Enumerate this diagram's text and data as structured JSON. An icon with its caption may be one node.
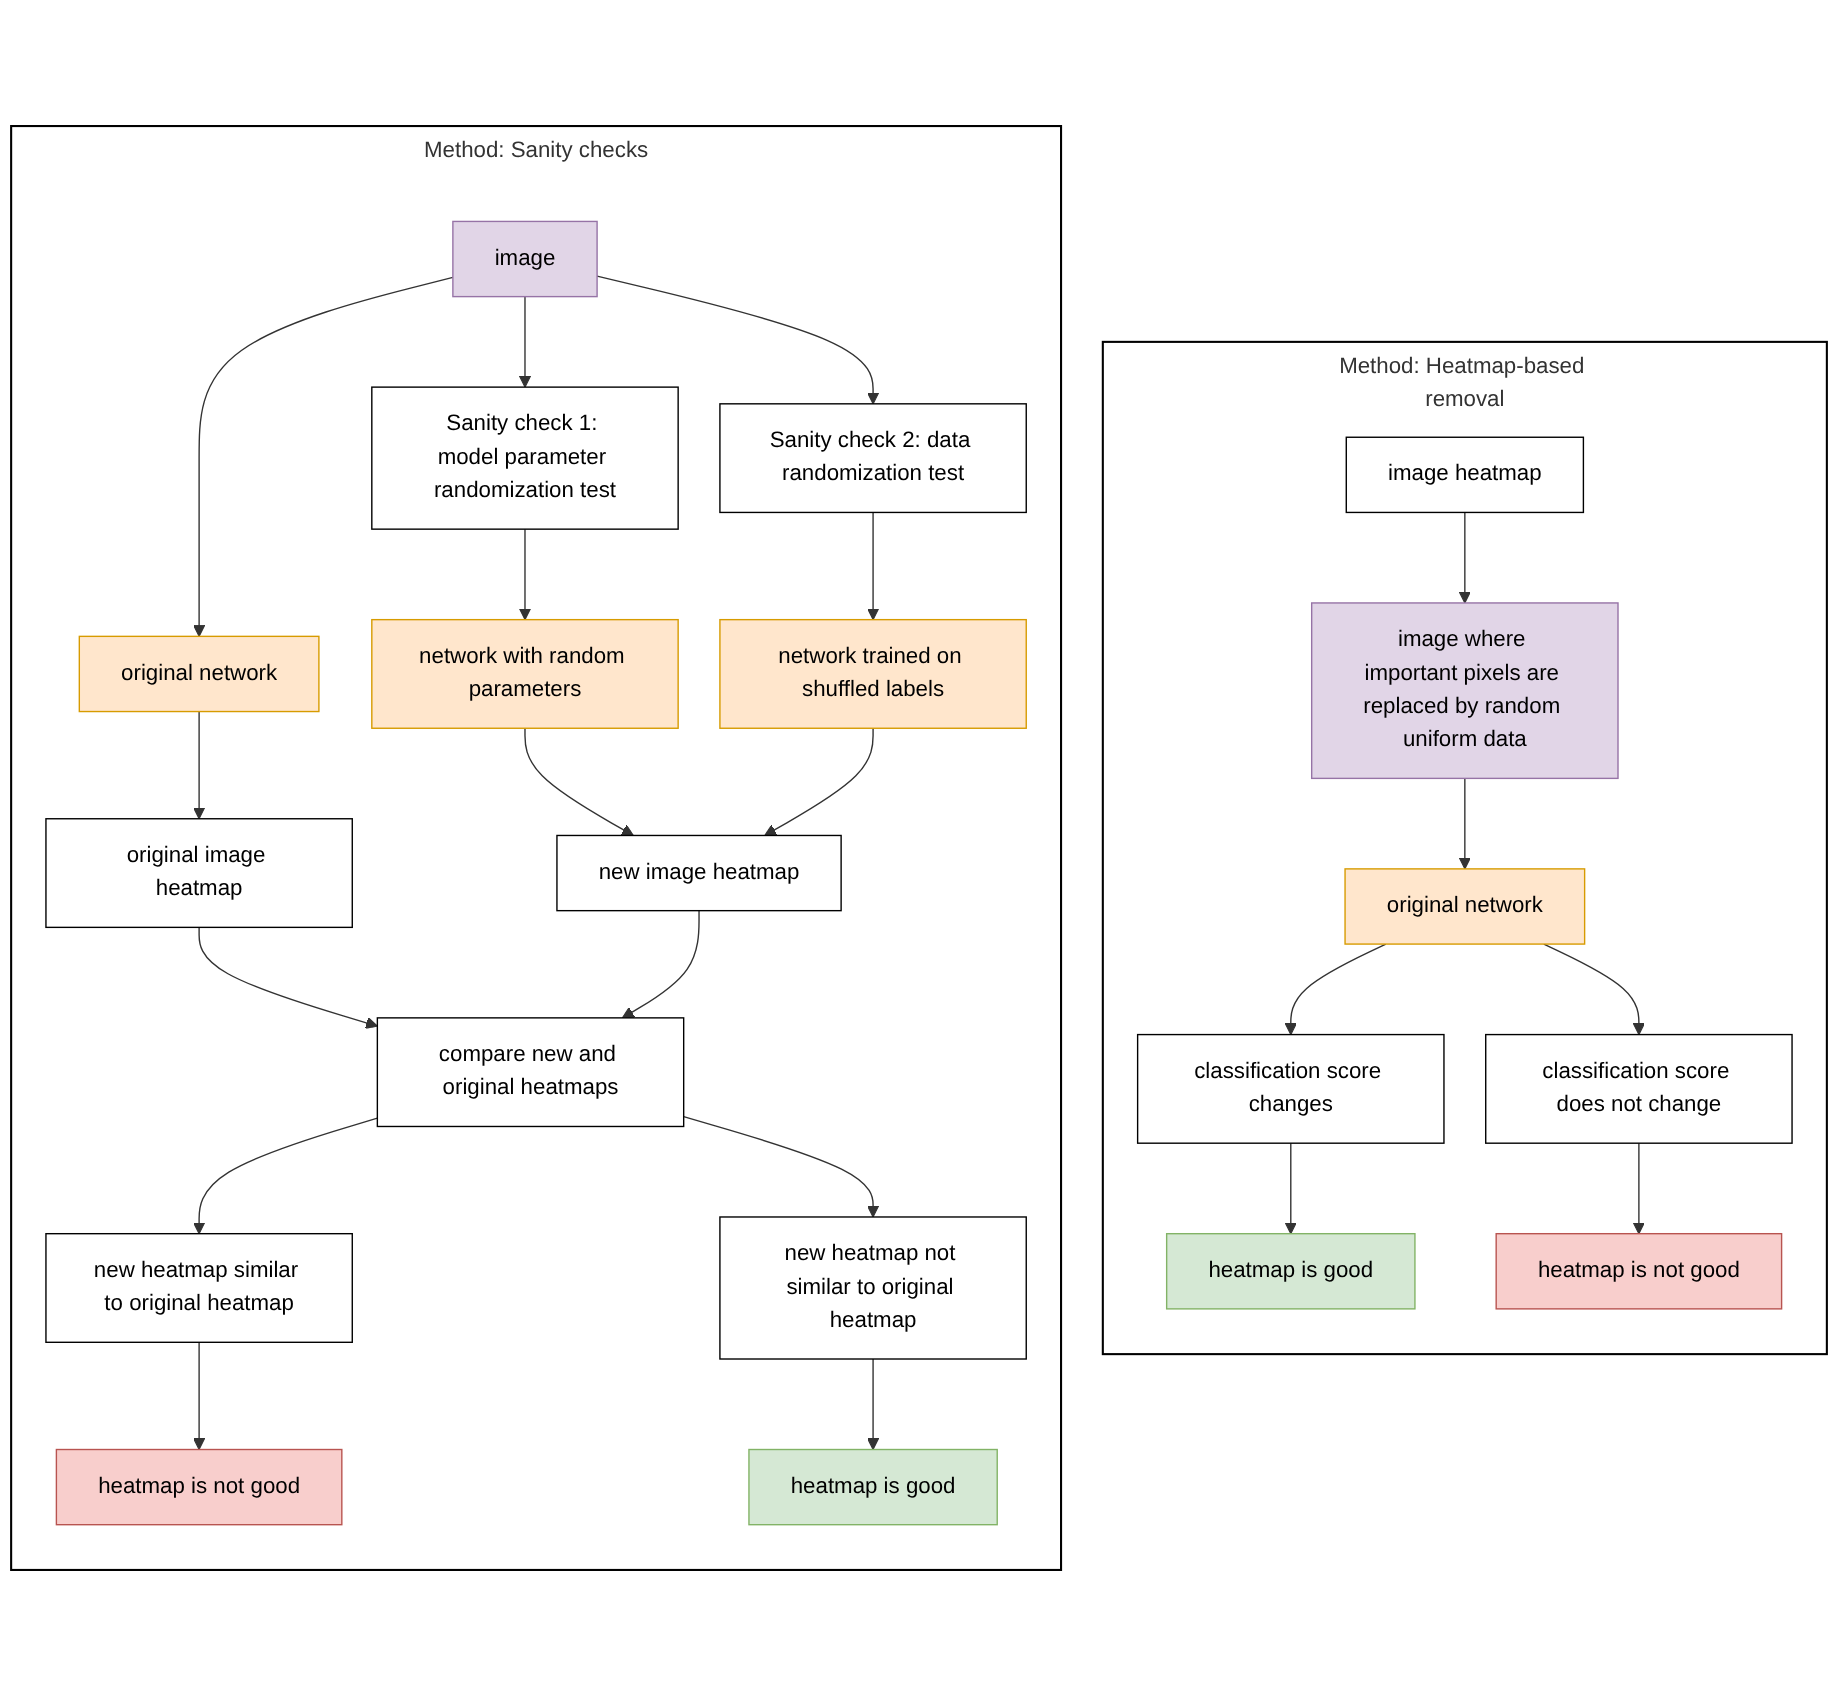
{
  "diagram": {
    "nodes": [
      {
        "text": [
          "Method: Heatmap-based removal"
        ]
      },
      {
        "text": [
          "image heatmap"
        ],
        "in": 0
      },
      {
        "text": [
          "image where important pixels are replaced by random uniform data"
        ],
        "in": 0
      },
      {
        "text": [
          "original network"
        ],
        "in": 0
      },
      {
        "text": [
          "classification score changes"
        ],
        "in": 0
      },
      {
        "text": [
          "classification score does not change"
        ],
        "in": 0
      },
      {
        "text": [
          "heatmap is good"
        ],
        "in": 0
      },
      {
        "text": [
          "heatmap is not good"
        ],
        "in": 0
      },
      {
        "text": [
          "Method: Sanity checks"
        ]
      },
      {
        "text": [
          "image"
        ],
        "in": 8
      },
      {
        "text": [
          "original network"
        ],
        "in": 8
      },
      {
        "text": [
          "Sanity check 1: model parameter randomization test"
        ],
        "in": 8
      },
      {
        "text": [
          "Sanity check 2: data randomization test"
        ],
        "in": 8
      },
      {
        "text": [
          "network with random parameters"
        ],
        "in": 8
      },
      {
        "text": [
          "original image heatmap"
        ],
        "in": 8
      },
      {
        "text": [
          "new image heatmap"
        ],
        "in": 8
      },
      {
        "text": [
          "network trained on shuffled labels"
        ],
        "in": 8
      },
      {
        "text": [
          "compare new and original heatmaps"
        ],
        "in": 8
      },
      {
        "text": [
          "new heatmap similar to original heatmap"
        ],
        "in": 8
      },
      {
        "text": [
          "new heatmap not similar to original heatmap"
        ],
        "in": 8
      },
      {
        "text": [
          "heatmap is not good"
        ],
        "in": 8
      },
      {
        "text": [
          "heatmap is good"
        ],
        "in": 8
      }
    ],
    "edges": [
      {
        "from": 1,
        "to": 2,
        "arrow": "to"
      },
      {
        "from": 2,
        "to": 3,
        "arrow": "to"
      },
      {
        "from": 3,
        "to": 4,
        "arrow": "to"
      },
      {
        "from": 3,
        "to": 5,
        "arrow": "to"
      },
      {
        "from": 4,
        "to": 6,
        "arrow": "to"
      },
      {
        "from": 5,
        "to": 7,
        "arrow": "to"
      },
      {
        "from": 9,
        "to": 10,
        "arrow": "to"
      },
      {
        "from": 9,
        "to": 11,
        "arrow": "to"
      },
      {
        "from": 9,
        "to": 12,
        "arrow": "to"
      },
      {
        "from": 11,
        "to": 13,
        "arrow": "to"
      },
      {
        "from": 10,
        "to": 14,
        "arrow": "to"
      },
      {
        "from": 13,
        "to": 15,
        "arrow": "to"
      },
      {
        "from": 12,
        "to": 16,
        "arrow": "to"
      },
      {
        "from": 16,
        "to": 15,
        "arrow": "to"
      },
      {
        "from": 14,
        "to": 17,
        "arrow": "to"
      },
      {
        "from": 15,
        "to": 17,
        "arrow": "to"
      },
      {
        "from": 17,
        "to": 18,
        "arrow": "to"
      },
      {
        "from": 17,
        "to": 19,
        "arrow": "to"
      },
      {
        "from": 18,
        "to": 20,
        "arrow": "to"
      },
      {
        "from": 19,
        "to": 21,
        "arrow": "to"
      }
    ]
  }
}
